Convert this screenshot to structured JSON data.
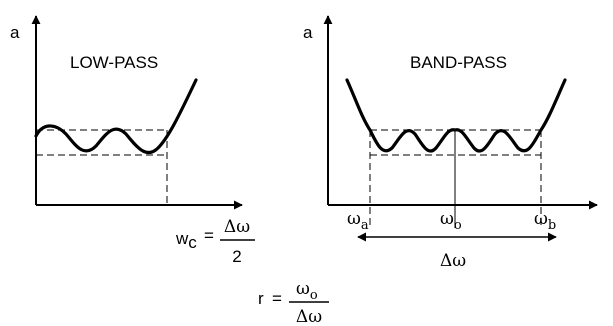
{
  "left_panel": {
    "axis_label": "a",
    "title": "LOW-PASS"
  },
  "right_panel": {
    "axis_label": "a",
    "title": "BAND-PASS",
    "ticks": [
      "ω",
      "ω",
      "ω"
    ],
    "tick_subscripts": [
      "a",
      "o",
      "b"
    ],
    "span_label": "Δω"
  },
  "formula_wc": {
    "lhs_base": "w",
    "lhs_sub": "c",
    "equals": "=",
    "numerator": "Δω",
    "denominator": "2"
  },
  "formula_r": {
    "lhs": "r",
    "equals": "=",
    "numerator_base": "ω",
    "numerator_sub": "o",
    "denominator": "Δω"
  }
}
